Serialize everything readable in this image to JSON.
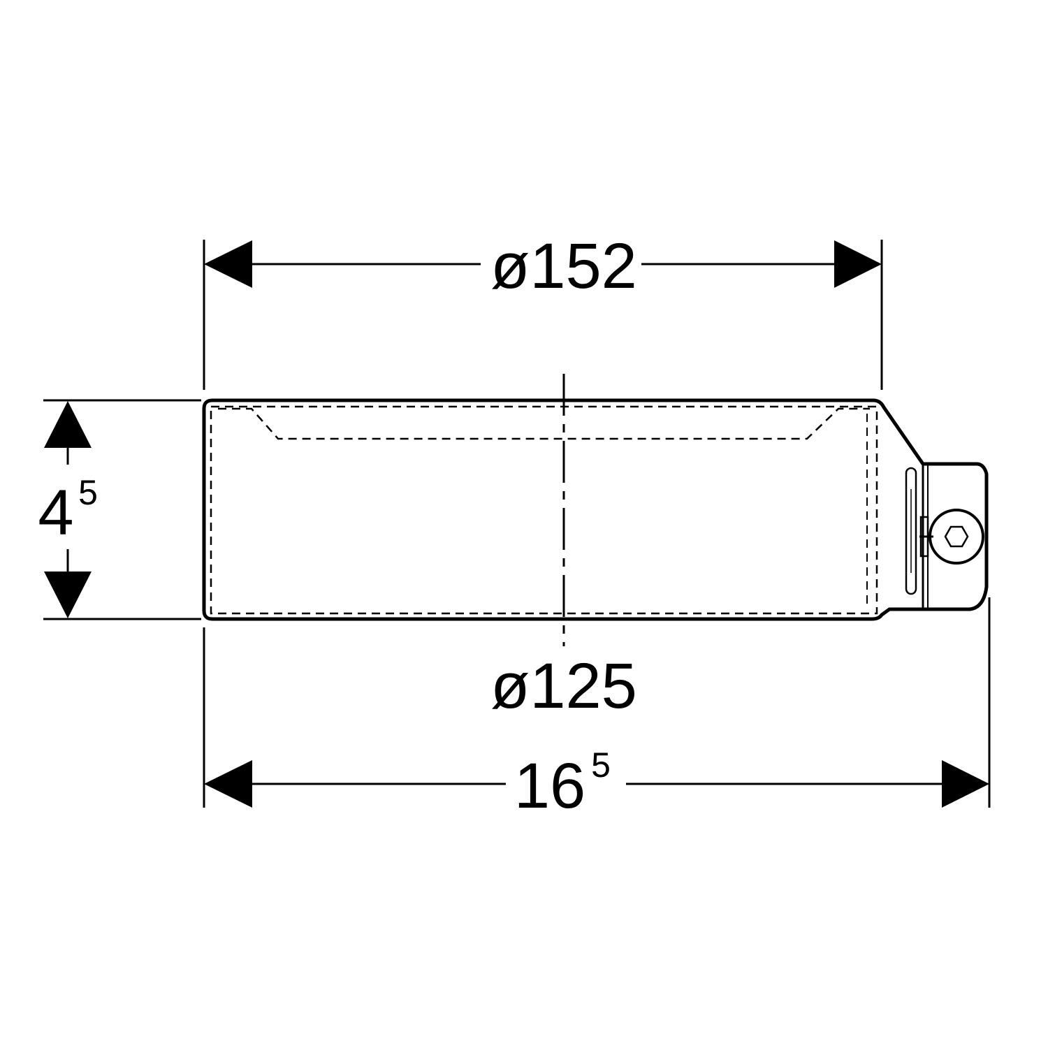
{
  "drawing": {
    "dim_top": "ø152",
    "dim_bottom": "ø125",
    "dim_length_base": "16",
    "dim_length_sup": "5",
    "dim_height_base": "4",
    "dim_height_sup": "5"
  },
  "colors": {
    "line": "#000000",
    "background": "#ffffff"
  },
  "icons": {
    "screw": "hex-socket-screw-icon",
    "arrow": "dimension-arrow-icon"
  }
}
